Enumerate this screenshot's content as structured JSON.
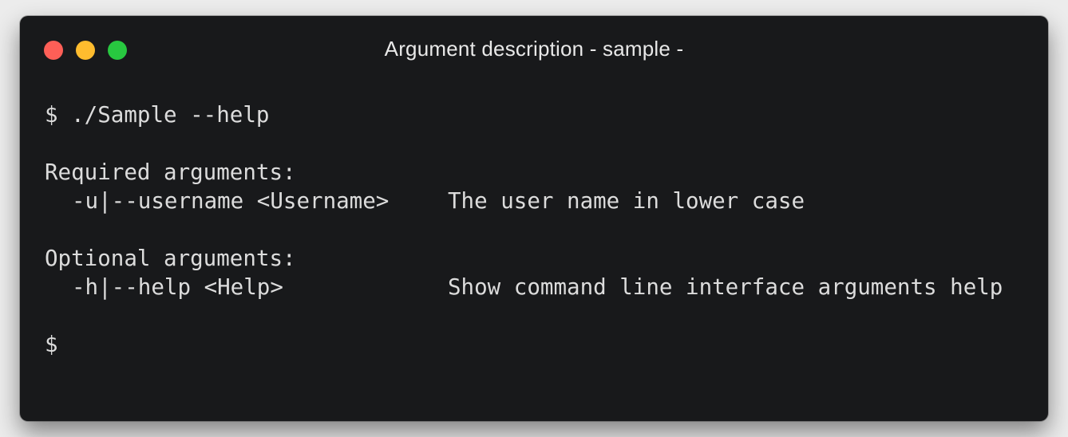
{
  "window": {
    "title": "Argument description - sample -",
    "controls": {
      "close_color": "#fe5f57",
      "minimize_color": "#febc2e",
      "zoom_color": "#28c840"
    }
  },
  "terminal": {
    "background": "#18191b",
    "text_color": "#dcdcdc",
    "command_line": "$ ./Sample --help",
    "required_header": "Required arguments:",
    "required_args": [
      {
        "flag": "-u|--username <Username>",
        "description": "The user name in lower case"
      }
    ],
    "optional_header": "Optional arguments:",
    "optional_args": [
      {
        "flag": "-h|--help <Help>",
        "description": "Show command line interface arguments help"
      }
    ],
    "prompt": "$"
  }
}
